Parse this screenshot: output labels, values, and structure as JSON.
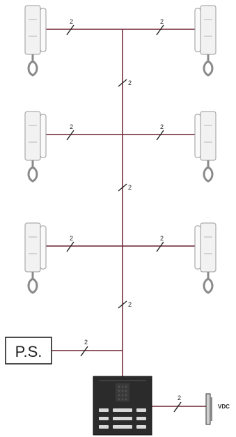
{
  "wiring": {
    "wire_count_label": "2",
    "wire_color": "#6b2230"
  },
  "handsets": [
    {
      "row": 1,
      "side": "left"
    },
    {
      "row": 1,
      "side": "right"
    },
    {
      "row": 2,
      "side": "left"
    },
    {
      "row": 2,
      "side": "right"
    },
    {
      "row": 3,
      "side": "left"
    },
    {
      "row": 3,
      "side": "right"
    }
  ],
  "power_supply": {
    "label": "P.S."
  },
  "door_panel": {
    "name": "entrance-panel"
  },
  "lock": {
    "label": "VDC"
  },
  "colors": {
    "handset_body": "#f2f2f2",
    "handset_outline": "#9a9a9a",
    "panel_body": "#2b2b2b",
    "panel_buttons": "#d9d9d9"
  }
}
